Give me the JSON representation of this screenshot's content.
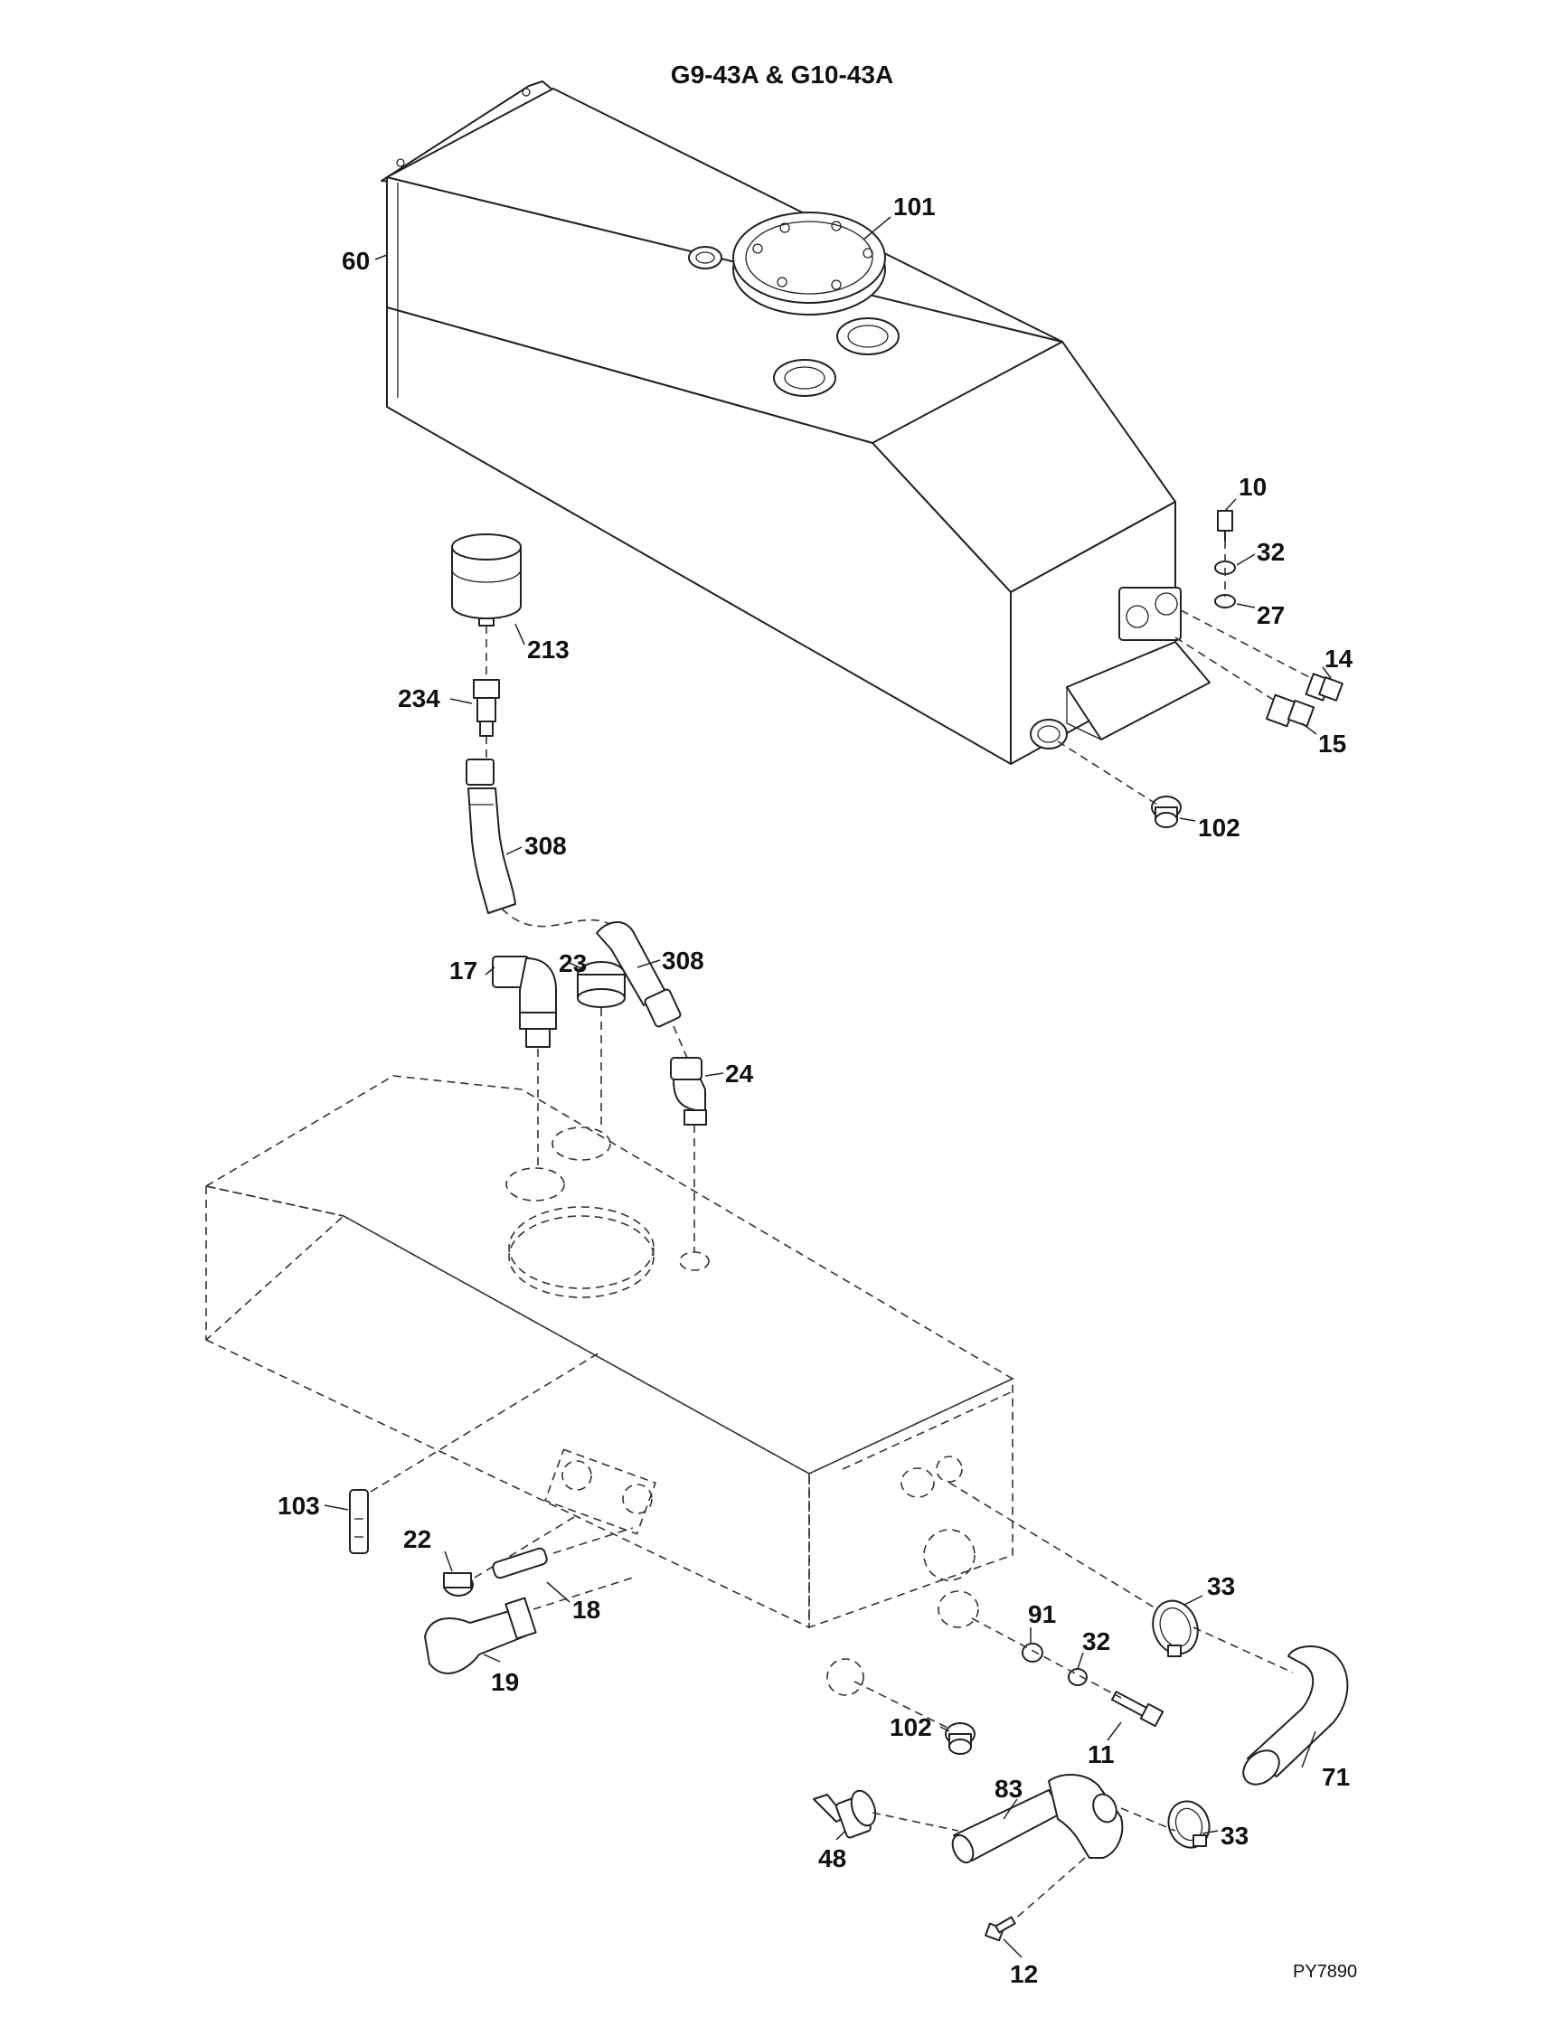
{
  "title": "G9-43A & G10-43A",
  "figure_id": "PY7890",
  "callouts": {
    "c60": "60",
    "c101": "101",
    "c10": "10",
    "c32a": "32",
    "c27": "27",
    "c14": "14",
    "c15": "15",
    "c102a": "102",
    "c213": "213",
    "c234": "234",
    "c308a": "308",
    "c308b": "308",
    "c17": "17",
    "c23": "23",
    "c24": "24",
    "c103": "103",
    "c22": "22",
    "c18": "18",
    "c19": "19",
    "c91": "91",
    "c33a": "33",
    "c32b": "32",
    "c11": "11",
    "c71": "71",
    "c102b": "102",
    "c83": "83",
    "c48": "48",
    "c33b": "33",
    "c12": "12"
  }
}
